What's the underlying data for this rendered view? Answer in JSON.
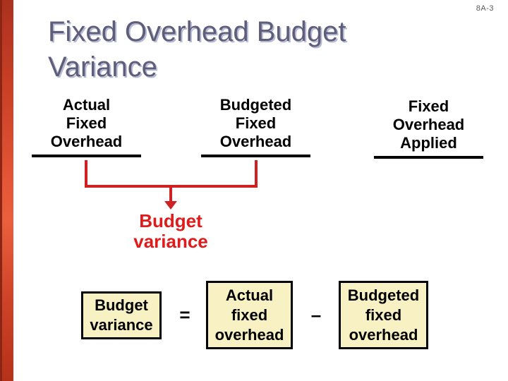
{
  "slide": {
    "page_label": "8A-3",
    "title": "Fixed Overhead Budget Variance"
  },
  "columns": [
    {
      "id": "actual-fixed-overhead",
      "label": "Actual\nFixed\nOverhead"
    },
    {
      "id": "budgeted-fixed-overhead",
      "label": "Budgeted\nFixed\nOverhead"
    },
    {
      "id": "fixed-overhead-applied",
      "label": "Fixed\nOverhead\nApplied"
    }
  ],
  "bracket": {
    "label": "Budget\nvariance"
  },
  "formula": {
    "result_box": "Budget\nvariance",
    "equals_sign": "=",
    "minuend_box": "Actual\nfixed\noverhead",
    "minus_sign": "–",
    "subtrahend_box": "Budgeted\nfixed\noverhead"
  },
  "colors": {
    "accent_bar_red": "#d9482b",
    "bracket_red": "#cf2121",
    "label_red": "#e01b1b",
    "title_gray": "#5e5e7a",
    "box_fill": "#f7f1c3"
  }
}
